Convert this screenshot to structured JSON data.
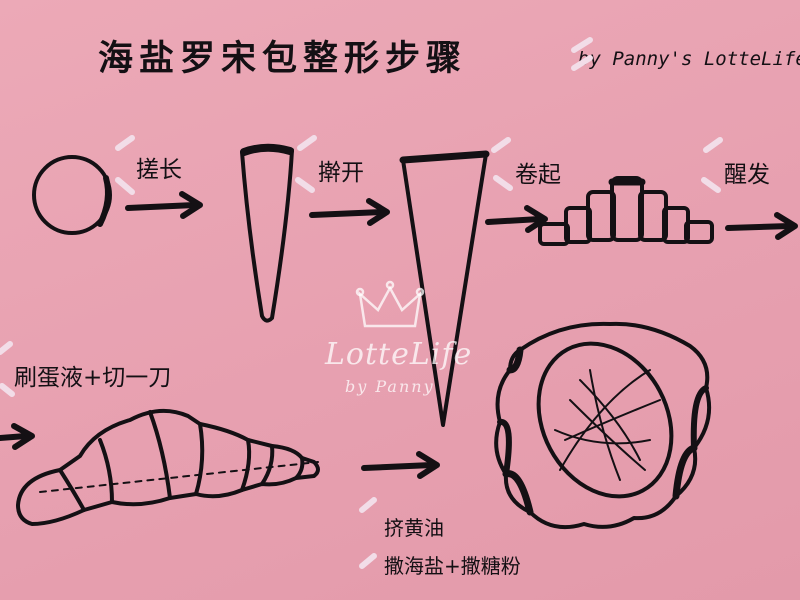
{
  "title": "海盐罗宋包整形步骤",
  "byline": "by Panny's LotteLife",
  "steps": {
    "s1": "搓长",
    "s2": "擀开",
    "s3": "卷起",
    "s4": "醒发",
    "s5": "刷蛋液+切一刀",
    "s6a": "挤黄油",
    "s6b": "撒海盐+撒糖粉"
  },
  "watermark": {
    "line1": "LotteLife",
    "line2": "by Panny"
  }
}
